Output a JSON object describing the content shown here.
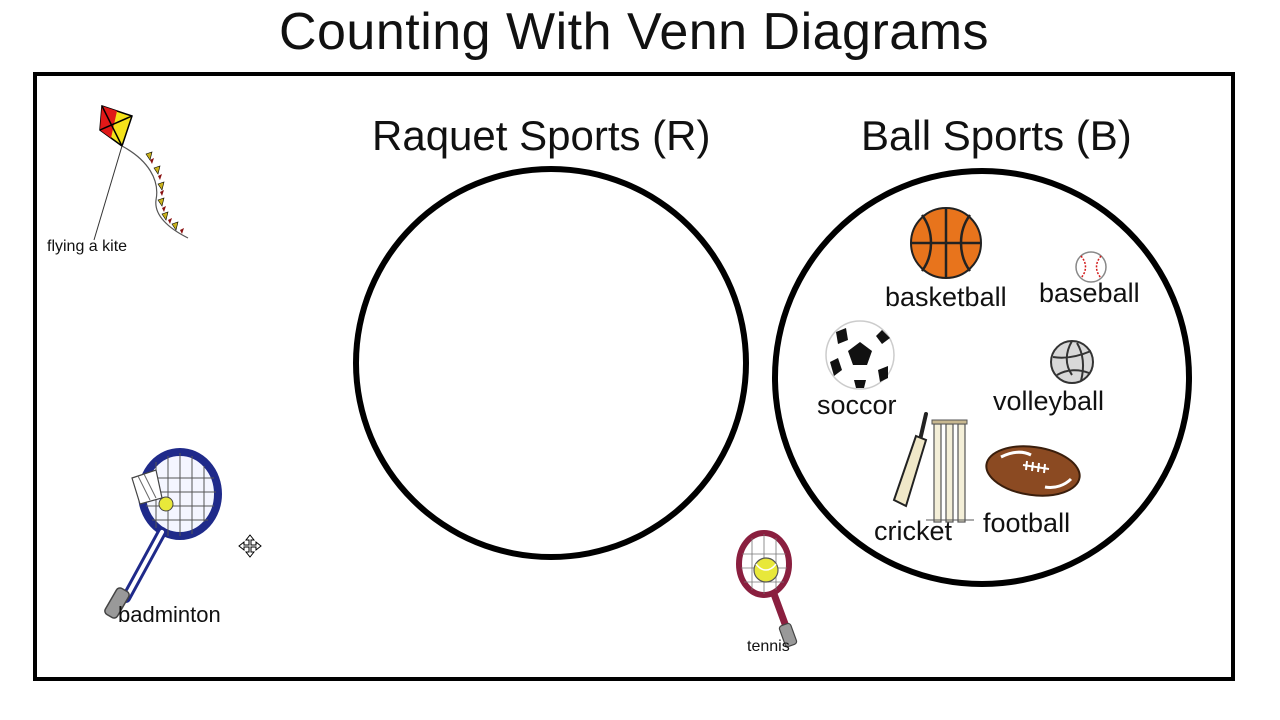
{
  "title": "Counting With Venn Diagrams",
  "sets": {
    "raquet": {
      "label": "Raquet Sports (R)",
      "items": []
    },
    "ball": {
      "label": "Ball Sports (B)",
      "items": [
        "basketball",
        "baseball",
        "soccor",
        "volleyball",
        "cricket",
        "football"
      ]
    }
  },
  "outside_items": {
    "kite": "flying a kite",
    "badminton": "badminton",
    "tennis": "tennis"
  },
  "icons": {
    "kite": "kite-icon",
    "badminton": "badminton-racket-icon",
    "tennis": "tennis-racket-icon",
    "basketball": "basketball-icon",
    "baseball": "baseball-icon",
    "soccor": "soccer-ball-icon",
    "volleyball": "volleyball-icon",
    "cricket": "cricket-bat-wicket-icon",
    "football": "football-icon",
    "cursor": "move-cursor-icon"
  },
  "colors": {
    "outline": "#000000",
    "basketball": "#e8741c",
    "football": "#8b4a22",
    "kite_red": "#e01818",
    "kite_yellow": "#f4e21a",
    "racket_blue": "#1f2a8a",
    "racket_maroon": "#8a1f3f",
    "tennis_ball": "#e8e83a"
  }
}
